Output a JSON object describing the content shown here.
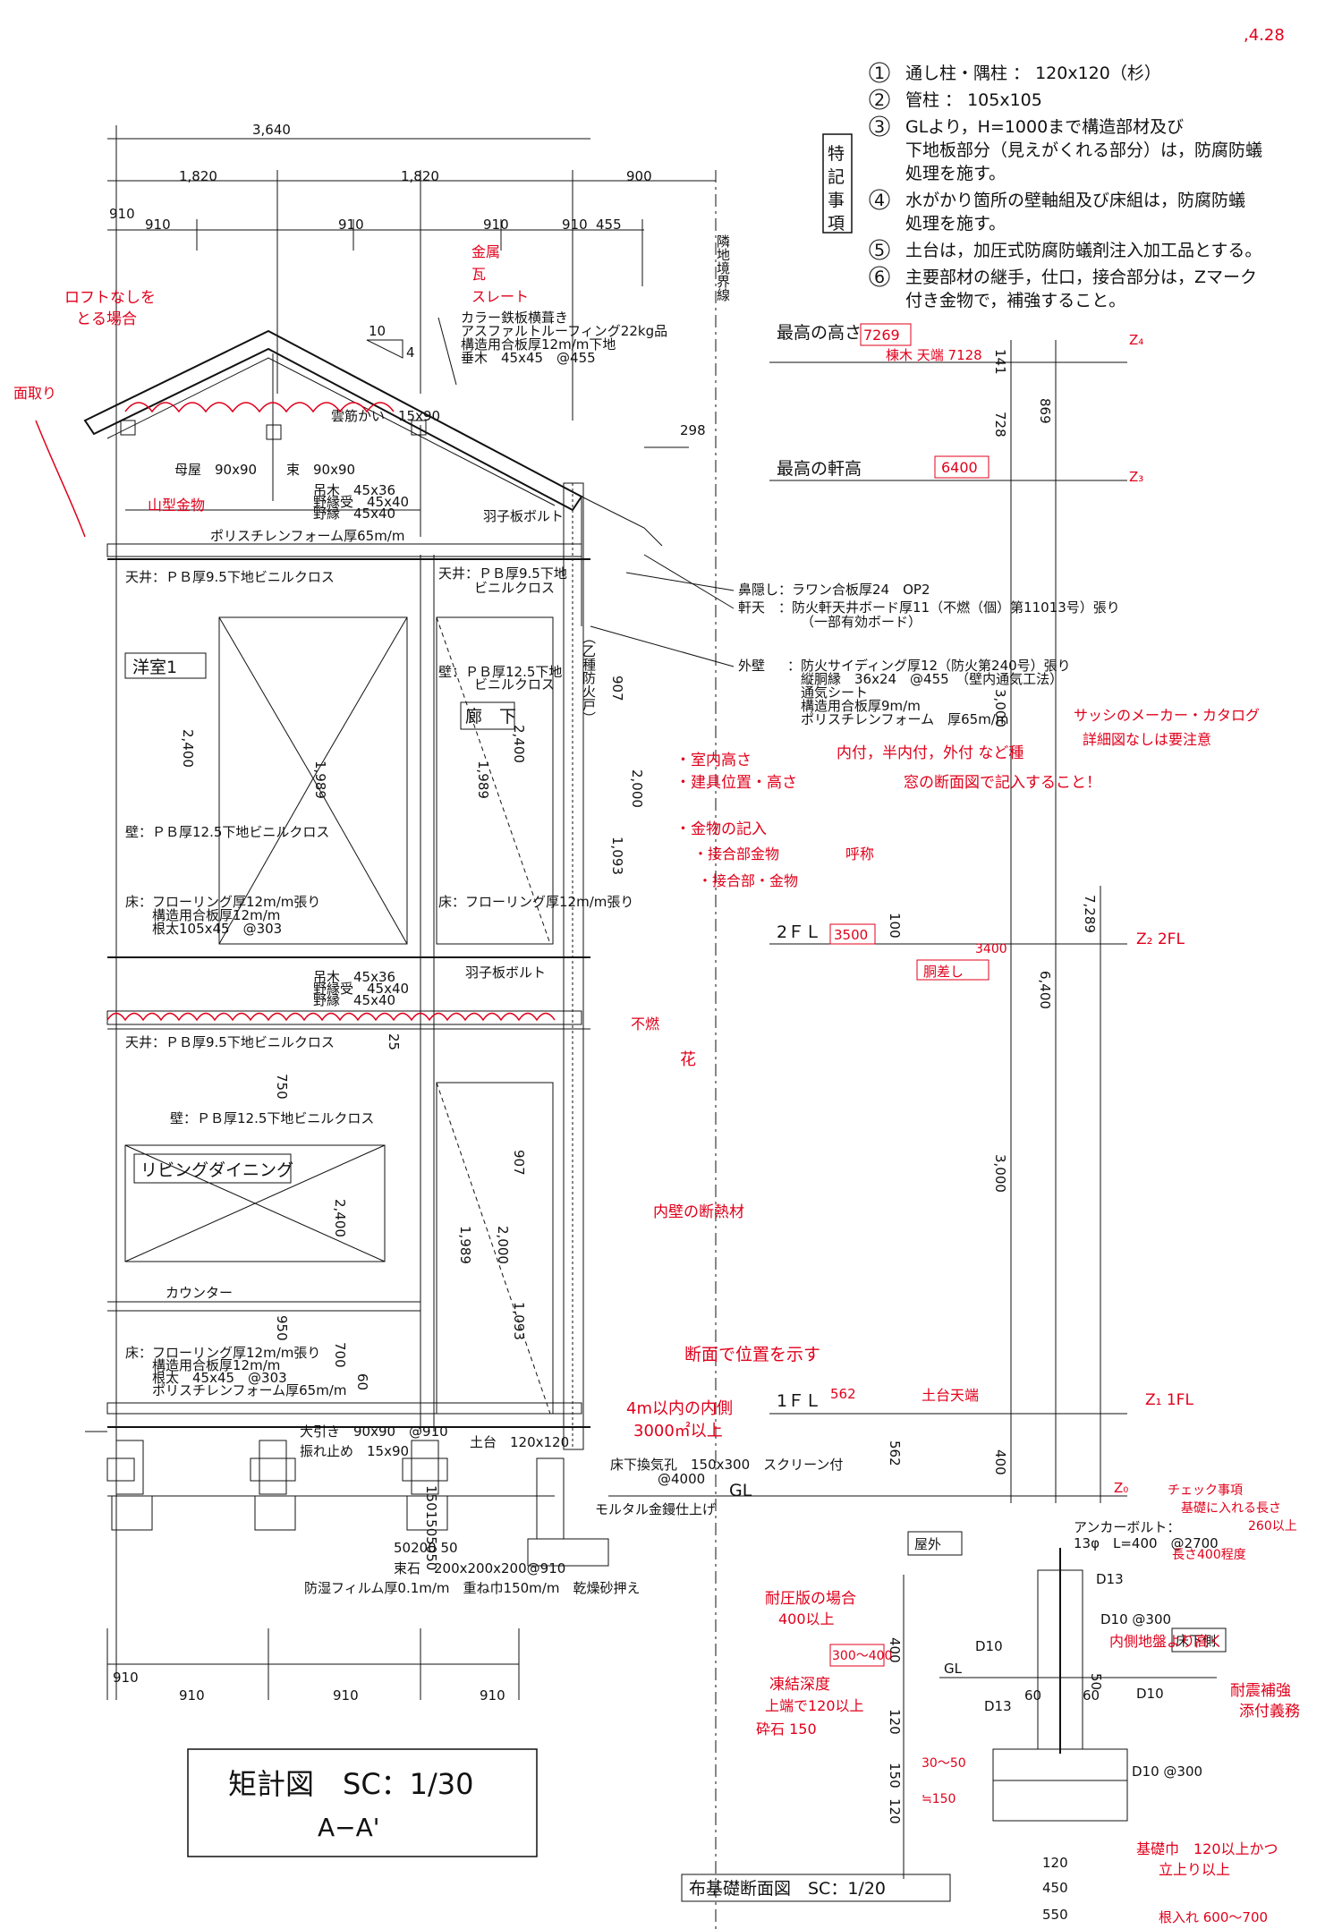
{
  "date_mark": ",4.28",
  "notes": {
    "heading": [
      "特",
      "記",
      "事",
      "項"
    ],
    "items": [
      {
        "num": "1",
        "lines": [
          "通し柱・隅柱 ： 120x120（杉）"
        ]
      },
      {
        "num": "2",
        "lines": [
          "管柱 ： 105x105"
        ]
      },
      {
        "num": "3",
        "lines": [
          "GLより，H=1000まで構造部材及び",
          "下地板部分（見えがくれる部分）は，防腐防蟻",
          "処理を施す。"
        ]
      },
      {
        "num": "4",
        "lines": [
          "水がかり箇所の壁軸組及び床組は，防腐防蟻",
          "処理を施す。"
        ]
      },
      {
        "num": "5",
        "lines": [
          "土台は，加圧式防腐防蟻剤注入加工品とする。"
        ]
      },
      {
        "num": "6",
        "lines": [
          "主要部材の継手，仕口，接合部分は，Zマーク",
          "付き金物で，補強すること。"
        ]
      }
    ]
  },
  "dims_top": {
    "row1": "3,640",
    "row2": [
      "1,820",
      "1,820",
      "900"
    ],
    "row3": [
      "910",
      "910",
      "910",
      "910",
      "455"
    ],
    "row3_left": "910",
    "boundary": "隣地境界線"
  },
  "dims_bottom": {
    "left": "910",
    "row": [
      "910",
      "910",
      "910"
    ]
  },
  "roof": {
    "slope_run": "10",
    "slope_rise": "4",
    "spec": [
      "カラー鉄板横葺き",
      "アスファルトルーフィング22kg品",
      "構造用合板厚12m/m下地",
      "垂木　45x45　@455"
    ],
    "bracing": "雲筋かい　15x90",
    "purlin": "母屋　90x90",
    "ridge_beam": "束　90x90",
    "eave_dim": "298",
    "eave_board": "羽子板ボルト",
    "ceiling_joists": [
      "吊木　45x36",
      "野縁受　45x40",
      "野縁　45x40"
    ],
    "insulation": "ポリスチレンフォーム厚65m/m"
  },
  "rooms": {
    "room1": "洋室1",
    "hall": "廊　下",
    "living": "リビングダイニング",
    "counter": "カウンター",
    "fire_door": "（乙種防火戸）"
  },
  "finishes": {
    "ceiling2": "天井：ＰＢ厚9.5下地ビニルクロス",
    "ceiling2_hall": [
      "天井：ＰＢ厚9.5下地",
      "ビニルクロス"
    ],
    "wall2": "壁：ＰＢ厚12.5下地ビニルクロス",
    "wall2_hall": [
      "壁：ＰＢ厚12.5下地",
      "ビニルクロス"
    ],
    "floor2": [
      "床：フローリング厚12m/m張り",
      "構造用合板厚12m/m",
      "根太105x45　@303"
    ],
    "floor2_hall": "床：フローリング厚12m/m張り",
    "mid_joists": [
      "吊木　45x36",
      "野縁受　45x40",
      "野縁　45x40"
    ],
    "mid_bolt": "羽子板ボルト",
    "ceiling1": "天井：ＰＢ厚9.5下地ビニルクロス",
    "wall1": "壁：ＰＢ厚12.5下地ビニルクロス",
    "floor1": [
      "床：フローリング厚12m/m張り",
      "構造用合板厚12m/m",
      "根太　45x45　@303",
      "ポリスチレンフォーム厚65m/m"
    ],
    "sill_beam": "大引き　90x90　@910",
    "brace": "振れ止め　15x90",
    "sill": "土台　120x120",
    "vent": [
      "床下換気孔　150x300　スクリーン付",
      "@4000"
    ],
    "gl": "GL",
    "mortar": "モルタル金鏝仕上げ",
    "post_stone": "束石　200x200x200@910",
    "moisture": "防湿フィルム厚0.1m/m　重ね巾150m/m　乾燥砂押え",
    "pier_dims": "50200 50",
    "foot_dims": "1501505050"
  },
  "exterior": {
    "fascia": "鼻隠し：ラワン合板厚24　OP2",
    "soffit": [
      "軒天　：防火軒天井ボード厚11（不燃（個）第11013号）張り",
      "（一部有効ボード）"
    ],
    "wall_label": "外壁",
    "wall": [
      "：防火サイディング厚12（防火第240号）張り",
      "縦胴縁　36x24　@455　（壁内通気工法）",
      "通気シート",
      "構造用合板厚9m/m",
      "ポリスチレンフォーム　厚65m/m"
    ]
  },
  "levels": {
    "max_height": "最高の高さ",
    "max_eave": "最高の軒高",
    "fl2": "2ＦＬ",
    "fl1": "1ＦＬ",
    "gl": "GL",
    "v": [
      "141",
      "728",
      "869",
      "3,000",
      "6,400",
      "7,289",
      "3,000",
      "562",
      "400",
      "100",
      "2,000",
      "1,093",
      "907",
      "2,000",
      "1,093",
      "907",
      "1,989",
      "1,989",
      "2,400",
      "2,400",
      "1,989",
      "750",
      "25",
      "950",
      "700",
      "60",
      "2,400"
    ]
  },
  "foundation": {
    "outside": "屋外",
    "under_floor": "床下側",
    "anchor": [
      "アンカーボルト：",
      "13φ　L=400　@2700"
    ],
    "rebar": [
      "D13",
      "D10 @300",
      "D10",
      "D13",
      "D10",
      "D10 @300"
    ],
    "gl": "GL",
    "dims": [
      "400",
      "120",
      "150",
      "120",
      "60",
      "60",
      "50",
      "120",
      "450",
      "550"
    ],
    "title": "布基礎断面図　SC：1/20"
  },
  "title_block": {
    "title": "矩計図　SC：1/30",
    "section": "A−A'"
  },
  "annotations": {
    "a_roof": [
      "ロフトなしを",
      "とる場合"
    ],
    "a_roof_mat": [
      "金属",
      "瓦",
      "スレート"
    ],
    "a_left": "面取り",
    "a_collar": "山型金物",
    "a_max_height": "7269",
    "a_max_height_note": "棟木 天端 7128",
    "a_eave": "6400",
    "a_sash": [
      "サッシのメーカー・カタログ",
      "詳細図なしは要注意"
    ],
    "a_room": [
      "・室内高さ",
      "・建具位置・高さ"
    ],
    "a_room_note": [
      "内付，半内付，外付 など種",
      "窓の断面図で記入すること！"
    ],
    "a_hw": [
      "・金物の記入",
      "・接合部金物",
      "・接合部・金物"
    ],
    "a_hw_brace": "呼称",
    "a_2fl": "3500",
    "a_2fl_note": "胴差し",
    "a_2fl_v": "3400",
    "a_2fl_z": "Z₂ 2FL",
    "a_z4": "Z₄",
    "a_z3": "Z₃",
    "a_floor1": [
      "不燃",
      "花"
    ],
    "a_wall_ins": "内壁の断熱材",
    "a_found": "断面で位置を示す",
    "a_1fl": "562",
    "a_1fl_note": "土台天端",
    "a_1fl_z": "Z₁ 1FL",
    "a_vent": [
      "4m以内の内側",
      "3000㎡以上"
    ],
    "a_z0": "Z₀",
    "a_check": [
      "チェック事項",
      "基礎に入れる長さ",
      "260以上",
      "長さ400程度"
    ],
    "a_slab": [
      "耐圧版の場合",
      "400以上"
    ],
    "a_slab_dim": "300〜400",
    "a_gravel": [
      "凍結深度",
      "上端で120以上",
      "砕石 150"
    ],
    "a_gravel_dim": "30〜50",
    "a_gravel_dim2": "≒150",
    "a_inner": "内側地盤より高く",
    "a_reinf": [
      "耐震補強",
      "添付義務"
    ],
    "a_width": [
      "基礎巾　120以上かつ",
      "立上り以上"
    ],
    "a_root": "根入れ 600〜700"
  }
}
